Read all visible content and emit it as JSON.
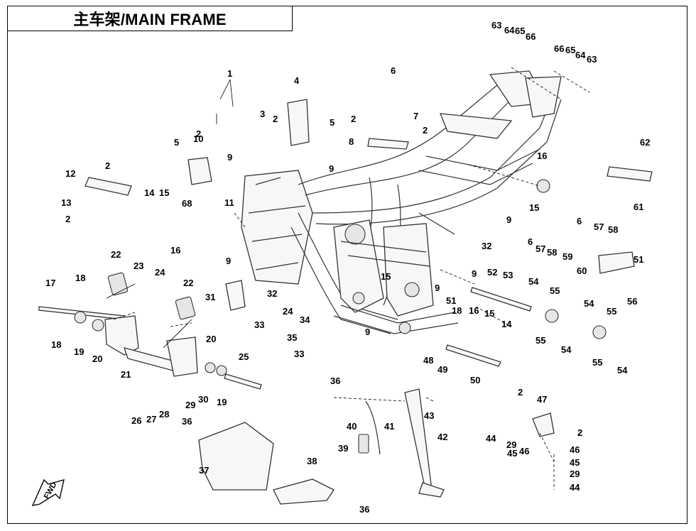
{
  "title": "主车架/MAIN FRAME",
  "fwd_icon": "forward-arrow-icon",
  "fwd_label": "FWD",
  "callouts": [
    "1",
    "2",
    "3",
    "4",
    "5",
    "6",
    "7",
    "8",
    "9",
    "10",
    "11",
    "12",
    "13",
    "14",
    "15",
    "16",
    "17",
    "18",
    "19",
    "20",
    "21",
    "22",
    "23",
    "24",
    "25",
    "26",
    "27",
    "28",
    "29",
    "30",
    "31",
    "32",
    "33",
    "34",
    "35",
    "36",
    "37",
    "38",
    "39",
    "40",
    "41",
    "42",
    "43",
    "44",
    "45",
    "46",
    "47",
    "48",
    "49",
    "50",
    "51",
    "52",
    "53",
    "54",
    "55",
    "56",
    "57",
    "58",
    "59",
    "60",
    "61",
    "62",
    "63",
    "64",
    "65",
    "66",
    "68"
  ]
}
